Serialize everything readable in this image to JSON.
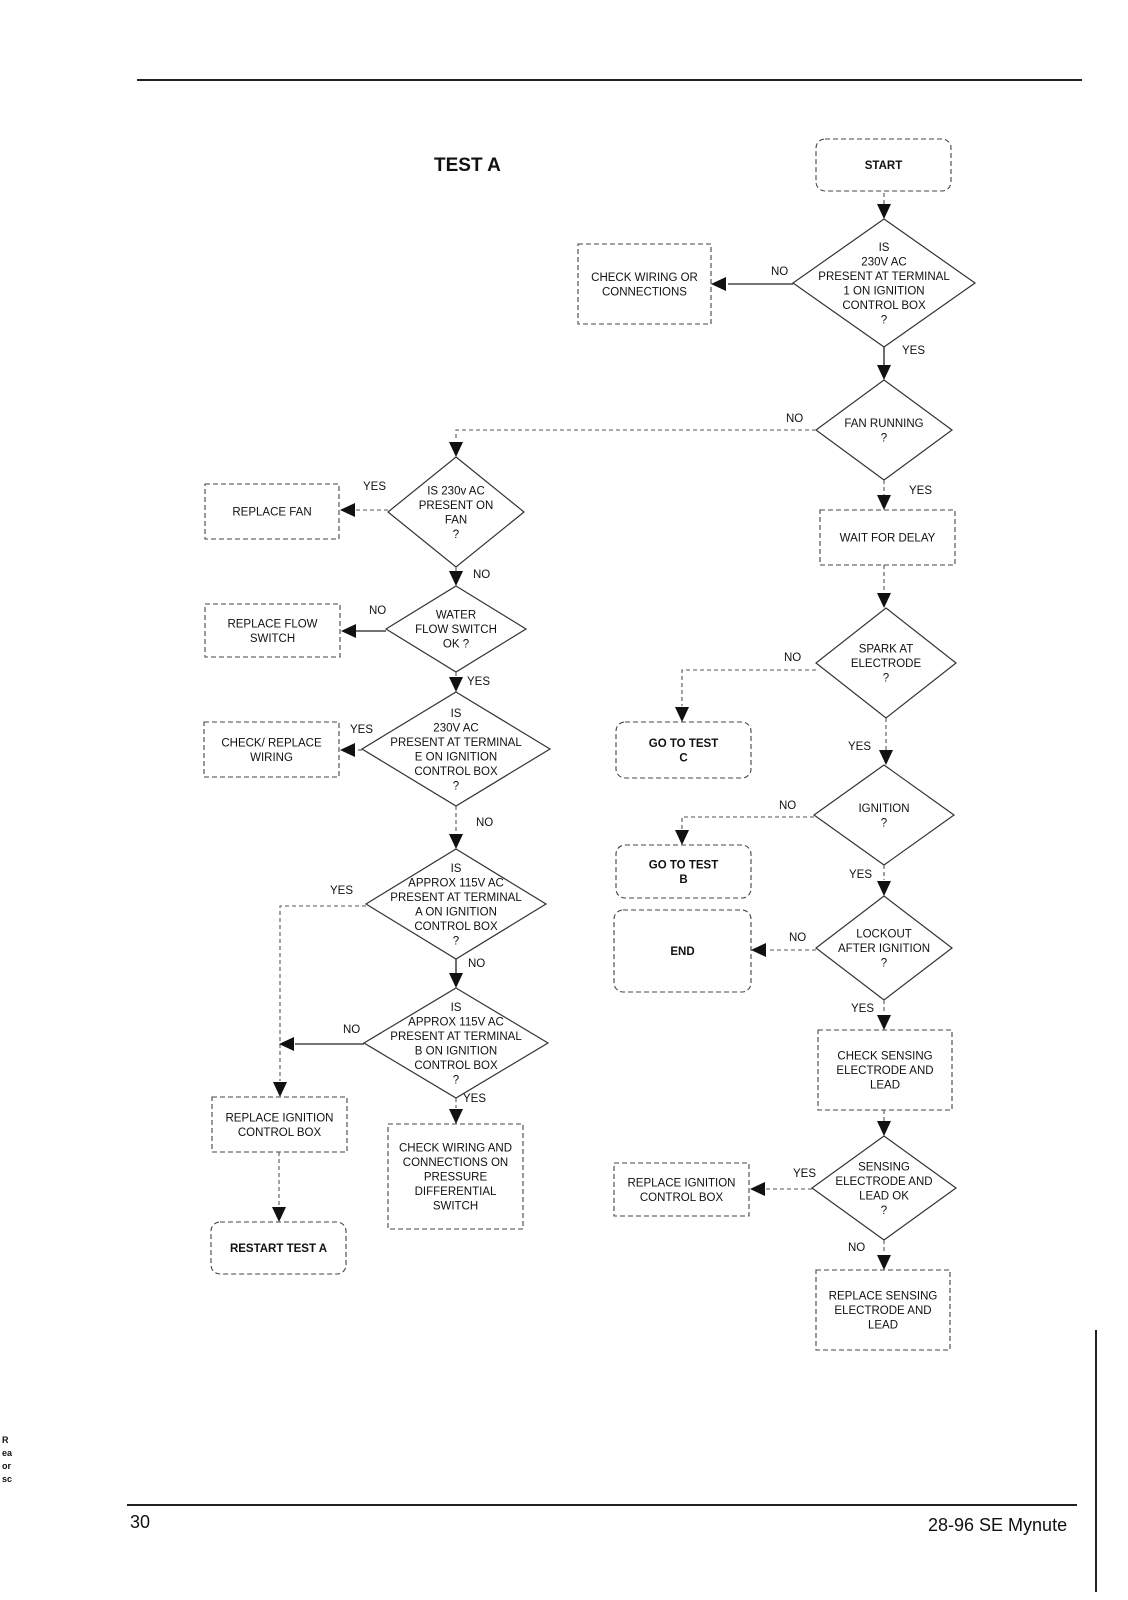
{
  "title": "TEST A",
  "footer": {
    "page_number": "30",
    "doc_name": "28-96 SE Mynute"
  },
  "margin_fragments": [
    "R",
    "ea",
    "or",
    "sc"
  ],
  "nodes": {
    "start": "START",
    "d_230_t1": [
      "IS",
      "230V AC",
      "PRESENT  AT TERMINAL",
      "1 ON IGNITION",
      "CONTROL BOX",
      "?"
    ],
    "check_wiring_conn": [
      "CHECK  WIRING OR",
      "CONNECTIONS"
    ],
    "d_fan_running": [
      "FAN RUNNING",
      "?"
    ],
    "d_230_fan": [
      "IS 230v AC",
      "PRESENT ON",
      "FAN",
      "?"
    ],
    "replace_fan": "REPLACE  FAN",
    "wait_delay": "WAIT FOR DELAY",
    "d_water_flow": [
      "WATER",
      "FLOW SWITCH",
      "OK ?"
    ],
    "replace_flow": [
      "REPLACE FLOW",
      "SWITCH"
    ],
    "d_spark": [
      "SPARK AT",
      "ELECTRODE",
      "?"
    ],
    "goto_c": [
      "GO TO TEST",
      "C"
    ],
    "d_230_te": [
      "IS",
      "230V AC",
      "PRESENT AT TERMINAL",
      "E ON IGNITION",
      "CONTROL BOX",
      "?"
    ],
    "check_replace_wiring": [
      "CHECK/ REPLACE",
      "WIRING"
    ],
    "d_ignition": [
      "IGNITION",
      "?"
    ],
    "goto_b": [
      "GO TO TEST",
      "B"
    ],
    "d_115_ta": [
      "IS",
      "APPROX 115V AC",
      "PRESENT AT TERMINAL",
      "A ON IGNITION",
      "CONTROL BOX",
      "?"
    ],
    "d_lockout": [
      "LOCKOUT",
      "AFTER IGNITION",
      "?"
    ],
    "end": "END",
    "d_115_tb": [
      "IS",
      "APPROX 115V AC",
      "PRESENT AT TERMINAL",
      "B ON IGNITION",
      "CONTROL BOX",
      "?"
    ],
    "check_sensing": [
      "CHECK SENSING",
      "ELECTRODE AND",
      "LEAD"
    ],
    "replace_icb_left": [
      "REPLACE IGNITION",
      "CONTROL BOX"
    ],
    "check_pds": [
      "CHECK WIRING AND",
      "CONNECTIONS ON",
      "PRESSURE",
      "DIFFERENTIAL",
      "SWITCH"
    ],
    "d_sensing_ok": [
      "SENSING",
      "ELECTRODE AND",
      "LEAD OK",
      "?"
    ],
    "replace_icb_right": [
      "REPLACE IGNITION",
      "CONTROL BOX"
    ],
    "restart": "RESTART TEST A",
    "replace_sensing": [
      "REPLACE SENSING",
      "ELECTRODE AND",
      "LEAD"
    ]
  },
  "labels": {
    "yes": "YES",
    "no": "NO"
  }
}
